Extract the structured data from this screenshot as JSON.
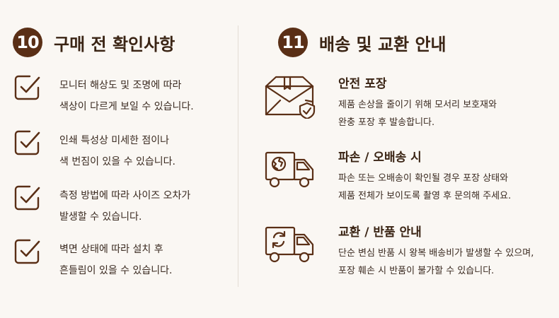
{
  "left": {
    "number": "10",
    "title": "구매 전 확인사항",
    "items": [
      {
        "line1": "모니터 해상도 및 조명에 따라",
        "line2": "색상이 다르게 보일 수 있습니다."
      },
      {
        "line1": "인쇄 특성상 미세한 점이나",
        "line2": "색 번짐이 있을 수 있습니다."
      },
      {
        "line1": "측정 방법에 따라 사이즈 오차가",
        "line2": "발생할 수 있습니다."
      },
      {
        "line1": "벽면 상태에 따라 설치 후",
        "line2": "흔들림이 있을 수 있습니다."
      }
    ]
  },
  "right": {
    "number": "11",
    "title": "배송 및 교환 안내",
    "items": [
      {
        "title": "안전 포장",
        "line1": "제품 손상을 줄이기 위해 모서리 보호재와",
        "line2": "완충 포장 후 발송합니다.",
        "icon": "package-shield-icon"
      },
      {
        "title": "파손 / 오배송 시",
        "line1": "파손 또는 오배송이 확인될 경우 포장 상태와",
        "line2": "제품 전체가 보이도록 촬영 후 문의해 주세요.",
        "icon": "damaged-truck-icon"
      },
      {
        "title": "교환 / 반품 안내",
        "line1": "단순 변심 반품 시 왕복 배송비가 발생할 수 있으며,",
        "line2": "포장 훼손 시 반품이 불가할 수 있습니다.",
        "icon": "return-truck-icon"
      }
    ]
  },
  "colors": {
    "accent": "#5a2f16",
    "background": "#faf7f3",
    "text": "#3a2a20"
  }
}
